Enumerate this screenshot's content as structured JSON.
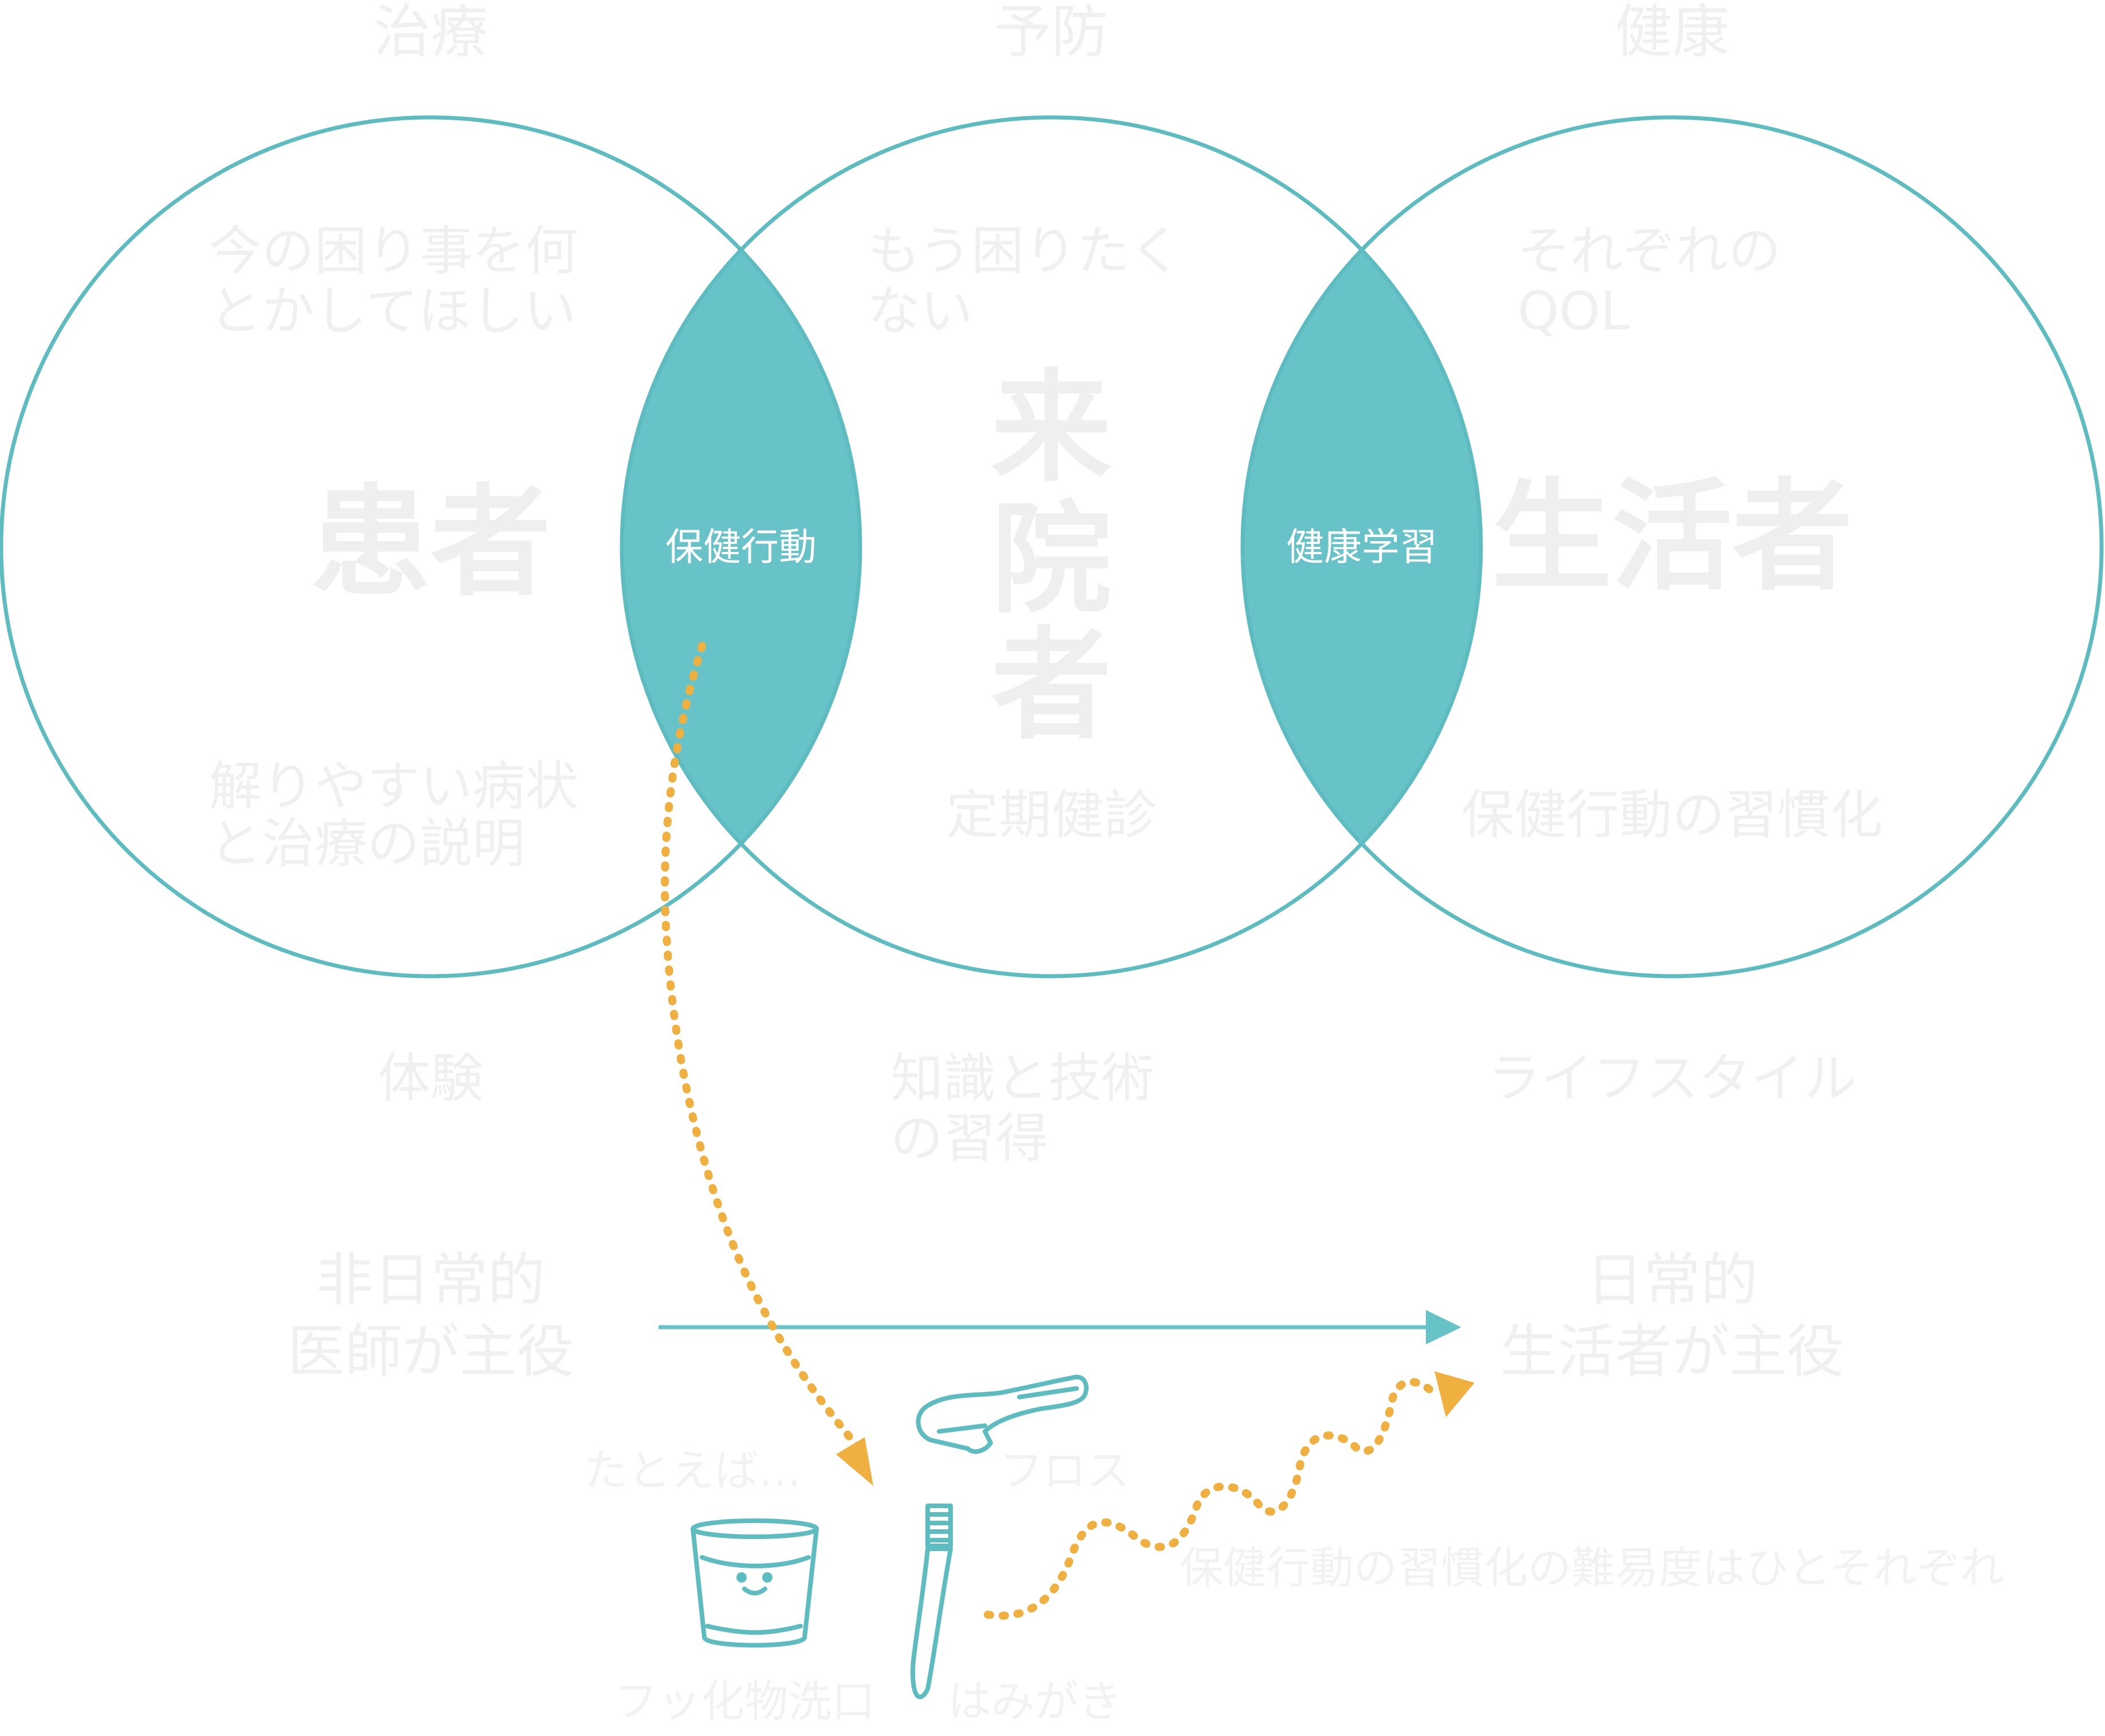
{
  "colors": {
    "teal": "#67c3c7",
    "teal_stroke": "#5dbcbf",
    "orange": "#f0b040",
    "faint_text": "#f0f0f0",
    "white": "#ffffff"
  },
  "columns": [
    {
      "header": "治療",
      "role": "患者",
      "top_lines": [
        "今の困り事を何",
        "とかしてほしい"
      ],
      "bottom_lines": [
        "解りやすい病状",
        "と治療の説明"
      ],
      "below_lines": [
        "体験"
      ]
    },
    {
      "header": "予防",
      "role": "来院者",
      "role_chars": [
        "来",
        "院",
        "者"
      ],
      "top_lines": [
        "もう困りたく",
        "ない"
      ],
      "bottom_lines": [
        "定期健診"
      ],
      "below_lines": [
        "知識と技術",
        "の習得"
      ]
    },
    {
      "header": "健康",
      "role": "生活者",
      "top_lines": [
        "それぞれの",
        "QOL"
      ],
      "bottom_lines": [
        "保健行動の習慣化"
      ],
      "below_lines": [
        "ライフスタイル"
      ]
    }
  ],
  "overlaps": [
    {
      "label": "保健行動"
    },
    {
      "label": "健康学習"
    }
  ],
  "scale": {
    "left_lines": [
      "非日常的",
      "医師が主役"
    ],
    "right_lines": [
      "日常的",
      "生活者が主役"
    ]
  },
  "examples": {
    "intro": "たとえば…",
    "floss": "フロス",
    "mouthwash": "フッ化物洗口",
    "toothbrush": "はみがき",
    "note": "保健行動の習慣化の難易度はひとそれぞれ"
  }
}
